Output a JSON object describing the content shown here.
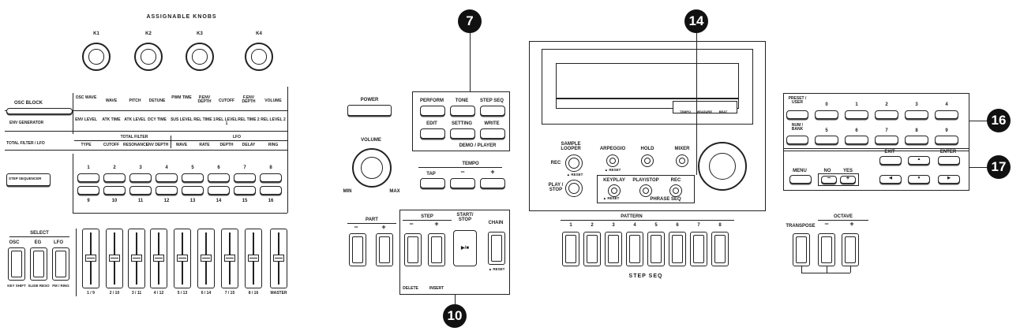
{
  "knobs_section": {
    "title": "ASSIGNABLE KNOBS",
    "knobs": [
      "K1",
      "K2",
      "K3",
      "K4"
    ]
  },
  "param_rows": {
    "row1_label": "OSC BLOCK",
    "row1_params": [
      "OSC WAVE",
      "WAVE",
      "PITCH",
      "DETUNE",
      "PWM TIME",
      "P.ENV DEPTH",
      "CUTOFF",
      "F.ENV DEPTH",
      "VOLUME"
    ],
    "row2_label": "ENV GENERATOR",
    "row2_params": [
      "ENV LEVEL",
      "ATK TIME",
      "ATK LEVEL",
      "DCY TIME",
      "SUS LEVEL",
      "REL TIME 1",
      "REL LEVEL 1",
      "REL TIME 2",
      "REL LEVEL 2"
    ],
    "row3_label": "TOTAL FILTER / LFO",
    "total_filter_group": "TOTAL FILTER",
    "lfo_group": "LFO",
    "row3_params": [
      "TYPE",
      "CUTOFF",
      "RESONANCE",
      "ENV DEPTH",
      "WAVE",
      "RATE",
      "DEPTH",
      "DELAY",
      "RING"
    ],
    "row4_label": "STEP SEQUENCER",
    "step_top": [
      "1",
      "2",
      "3",
      "4",
      "5",
      "6",
      "7",
      "8"
    ],
    "step_bottom": [
      "9",
      "10",
      "11",
      "12",
      "13",
      "14",
      "15",
      "16"
    ]
  },
  "select_section": {
    "title": "SELECT",
    "labels": [
      "OSC",
      "EG",
      "LFO"
    ],
    "sub_labels": [
      "KEY SHIFT",
      "SLIDE RESO",
      "FM / RING"
    ]
  },
  "sliders": [
    "1 / 9",
    "2 / 10",
    "3 / 11",
    "4 / 12",
    "5 / 13",
    "6 / 14",
    "7 / 15",
    "8 / 16",
    "MASTER"
  ],
  "power_section": {
    "power": "POWER",
    "volume": "VOLUME",
    "min": "MIN",
    "max": "MAX"
  },
  "mode_section": {
    "callout": "7",
    "top": [
      "PERFORM",
      "TONE",
      "STEP SEQ"
    ],
    "bottom": [
      "EDIT",
      "SETTING",
      "WRITE"
    ],
    "demo_player": "DEMO / PLAYER"
  },
  "tempo_section": {
    "title": "TEMPO",
    "tap": "TAP",
    "minus": "−",
    "plus": "+"
  },
  "part_section": {
    "title": "PART",
    "minus": "−",
    "plus": "+"
  },
  "step_section": {
    "title": "STEP",
    "minus": "−",
    "plus": "+",
    "start_stop": "START/ STOP",
    "play_icon": "▶/■",
    "chain": "CHAIN",
    "delete": "DELETE",
    "insert": "INSERT",
    "reset": "▲ RESET",
    "callout": "10"
  },
  "display_section": {
    "callout": "14",
    "display_marks": [
      "TEMPO",
      "MEASURE",
      "BEAT"
    ],
    "sample_looper": "SAMPLE LOOPER",
    "rec": "REC",
    "play_stop": "PLAY / STOP",
    "arpeggio": "ARPEGGIO",
    "hold": "HOLD",
    "mixer": "MIXER",
    "keyplay": "KEYPLAY",
    "play_stop2": "PLAY/STOP",
    "rec2": "REC",
    "phrase_seq": "PHRASE SEQ",
    "reset": "▲ RESET"
  },
  "pattern_section": {
    "title": "PATTERN",
    "numbers": [
      "1",
      "2",
      "3",
      "4",
      "5",
      "6",
      "7",
      "8"
    ],
    "footer": "STEP SEQ"
  },
  "number_section": {
    "callout": "16",
    "preset_user": "PRESET / USER",
    "num_bank": "NUM / BANK",
    "top": [
      "0",
      "1",
      "2",
      "3",
      "4"
    ],
    "bottom": [
      "5",
      "6",
      "7",
      "8",
      "9"
    ]
  },
  "cursor_section": {
    "callout": "17",
    "exit": "EXIT",
    "enter": "ENTER",
    "menu": "MENU",
    "no": "NO",
    "yes": "YES",
    "minus": "−",
    "plus": "+",
    "up": "▲",
    "down": "▼",
    "left": "◀",
    "right": "▶"
  },
  "transpose_section": {
    "transpose": "TRANSPOSE",
    "octave": "OCTAVE",
    "minus": "−",
    "plus": "+"
  }
}
